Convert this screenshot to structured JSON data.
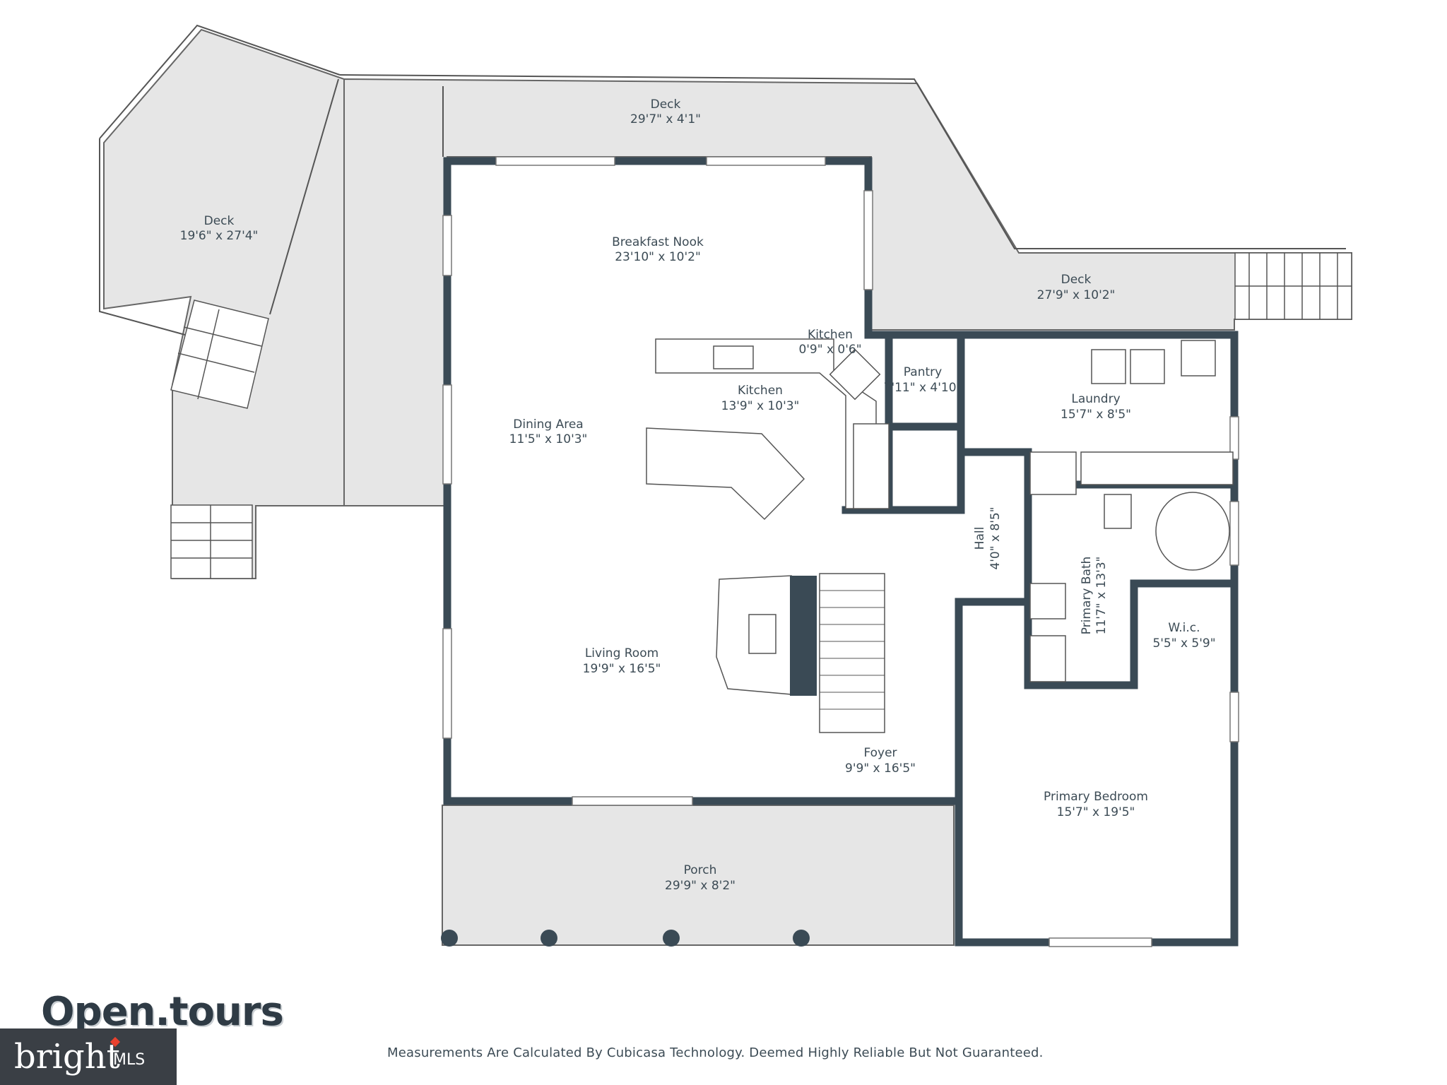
{
  "rooms": {
    "deck_top": {
      "name": "Deck",
      "dim": "29'7\" x 4'1\""
    },
    "deck_left": {
      "name": "Deck",
      "dim": "19'6\" x 27'4\""
    },
    "deck_right": {
      "name": "Deck",
      "dim": "27'9\" x 10'2\""
    },
    "breakfast_nook": {
      "name": "Breakfast Nook",
      "dim": "23'10\" x 10'2\""
    },
    "kitchen_small": {
      "name": "Kitchen",
      "dim": "0'9\" x 0'6\""
    },
    "kitchen": {
      "name": "Kitchen",
      "dim": "13'9\" x 10'3\""
    },
    "pantry": {
      "name": "Pantry",
      "dim": "7'11\" x 4'10\""
    },
    "laundry": {
      "name": "Laundry",
      "dim": "15'7\" x 8'5\""
    },
    "dining_area": {
      "name": "Dining Area",
      "dim": "11'5\" x 10'3\""
    },
    "hall": {
      "name": "Hall",
      "dim": "4'0\" x 8'5\""
    },
    "primary_bath": {
      "name": "Primary Bath",
      "dim": "11'7\" x 13'3\""
    },
    "wic": {
      "name": "W.i.c.",
      "dim": "5'5\" x 5'9\""
    },
    "living_room": {
      "name": "Living Room",
      "dim": "19'9\" x 16'5\""
    },
    "foyer": {
      "name": "Foyer",
      "dim": "9'9\" x 16'5\""
    },
    "primary_bedroom": {
      "name": "Primary Bedroom",
      "dim": "15'7\" x 19'5\""
    },
    "porch": {
      "name": "Porch",
      "dim": "29'9\" x 8'2\""
    }
  },
  "footer": {
    "disclaimer": "Measurements Are Calculated By Cubicasa Technology. Deemed Highly Reliable But Not Guaranteed.",
    "logo_open": "Open.tours",
    "logo_bright": "bright",
    "logo_mls": "MLS"
  },
  "colors": {
    "wall": "#3a4a55",
    "deck_fill": "#e6e6e6",
    "text": "#3c4b55"
  }
}
